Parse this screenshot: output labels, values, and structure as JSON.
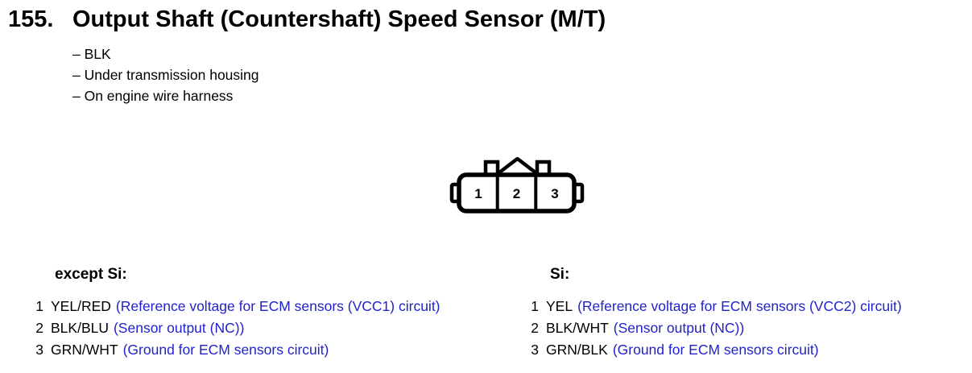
{
  "page": {
    "title_number": "155.",
    "title": "Output Shaft (Countershaft) Speed Sensor (M/T)",
    "bullets": [
      "– BLK",
      "– Under transmission housing",
      "– On engine wire harness"
    ]
  },
  "connector": {
    "pins": [
      "1",
      "2",
      "3"
    ]
  },
  "columns": [
    {
      "header": "except Si:",
      "rows": [
        {
          "num": "1",
          "wire": "YEL/RED",
          "desc": "(Reference voltage for ECM sensors (VCC1) circuit)"
        },
        {
          "num": "2",
          "wire": "BLK/BLU",
          "desc": "(Sensor output (NC))"
        },
        {
          "num": "3",
          "wire": "GRN/WHT",
          "desc": "(Ground for ECM sensors circuit)"
        }
      ]
    },
    {
      "header": "Si:",
      "rows": [
        {
          "num": "1",
          "wire": "YEL",
          "desc": "(Reference voltage for ECM sensors (VCC2) circuit)"
        },
        {
          "num": "2",
          "wire": "BLK/WHT",
          "desc": "(Sensor output (NC))"
        },
        {
          "num": "3",
          "wire": "GRN/BLK",
          "desc": "(Ground for ECM sensors circuit)"
        }
      ]
    }
  ],
  "colors": {
    "link_blue": "#2222cc",
    "text": "#000000"
  }
}
